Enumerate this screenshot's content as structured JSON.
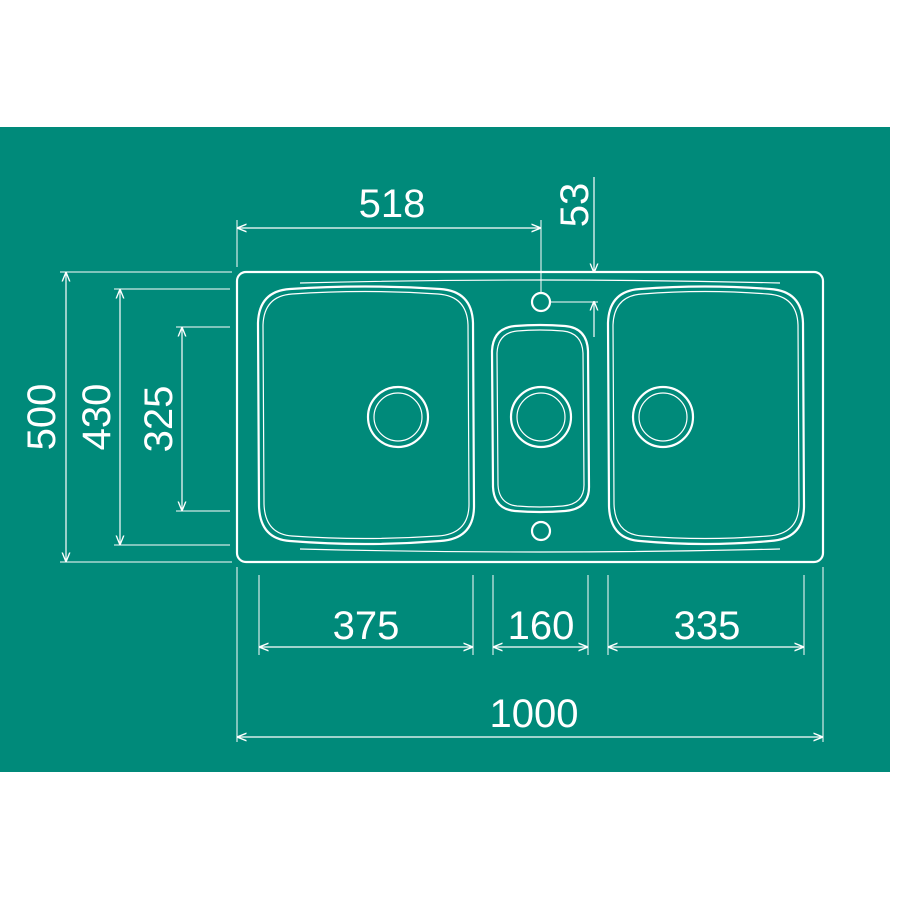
{
  "colors": {
    "background": "#008a7a",
    "lines": "#ffffff"
  },
  "dimensions": {
    "top_width": "518",
    "tap_offset": "53",
    "total_height": "500",
    "bowl_height": "430",
    "small_bowl_height": "325",
    "left_bowl_width": "375",
    "middle_bowl_width": "160",
    "right_bowl_width": "335",
    "total_width": "1000"
  }
}
